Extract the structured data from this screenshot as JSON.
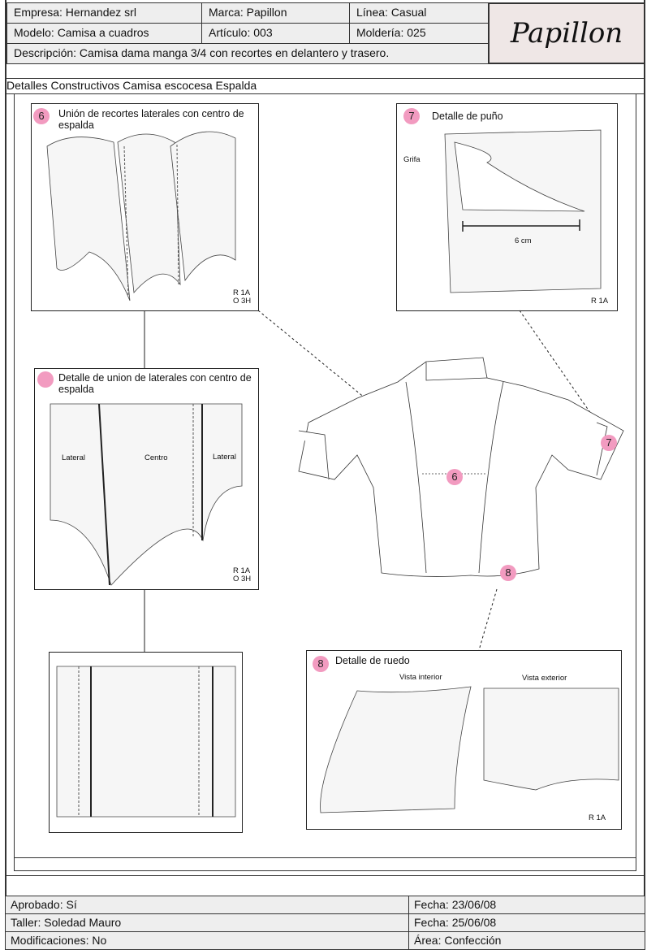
{
  "header": {
    "empresa": "Empresa: Hernandez srl",
    "marca": "Marca: Papillon",
    "linea": "Línea: Casual",
    "modelo": "Modelo: Camisa a cuadros",
    "articulo": "Artículo: 003",
    "molderia": "Moldería: 025",
    "descripcion": "Descripción: Camisa dama manga 3/4 con recortes en delantero y trasero.",
    "logo": "Papillon"
  },
  "title": "Detalles Constructivos Camisa escocesa Espalda",
  "details": {
    "d6": {
      "num": "6",
      "title": "Unión de recortes laterales con centro de  espalda",
      "ref1": "R 1A",
      "ref2": "O 3H"
    },
    "d7": {
      "num": "7",
      "title": "Detalle de puño",
      "grifa": "Grifa",
      "measure": "6 cm",
      "ref1": "R 1A"
    },
    "union": {
      "title": "Detalle de union de laterales con centro de espalda",
      "left": "Lateral",
      "center": "Centro",
      "right": "Lateral",
      "ref1": "R 1A",
      "ref2": "O 3H"
    },
    "d8": {
      "num": "8",
      "title": "Detalle de ruedo",
      "interior": "Vista interior",
      "exterior": "Vista exterior",
      "ref1": "R 1A"
    }
  },
  "shirt_badges": {
    "b6": "6",
    "b7": "7",
    "b8": "8"
  },
  "footer": {
    "aprobado": "Aprobado: Sí",
    "fecha1": "Fecha: 23/06/08",
    "taller": "Taller: Soledad Mauro",
    "fecha2": "Fecha: 25/06/08",
    "modificaciones": "Modificaciones: No",
    "area": "Área: Confección"
  },
  "colors": {
    "badge": "#f29bc0",
    "cell": "#eeeeee",
    "logo_bg": "#efe7e6"
  }
}
